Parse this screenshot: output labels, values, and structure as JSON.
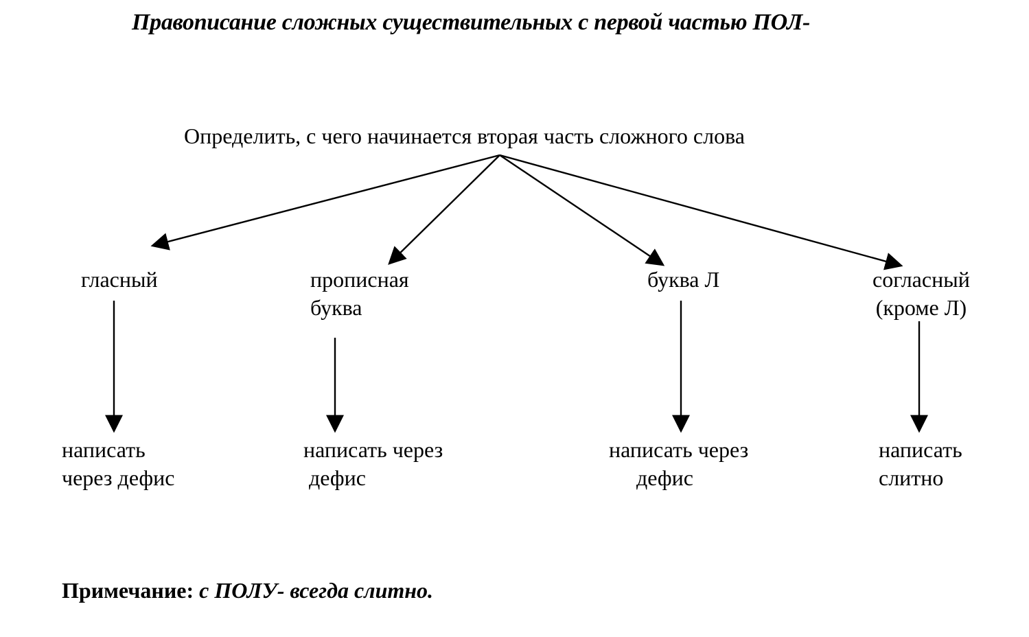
{
  "title": "Правописание сложных существительных с первой частью ПОЛ-",
  "root": "Определить, с чего начинается вторая часть сложного слова",
  "branches": [
    {
      "condition": [
        "гласный",
        ""
      ],
      "result": [
        "написать",
        "через дефис"
      ]
    },
    {
      "condition": [
        "прописная",
        "буква"
      ],
      "result": [
        "написать через",
        "дефис"
      ]
    },
    {
      "condition": [
        "буква Л",
        ""
      ],
      "result": [
        "написать через",
        "дефис"
      ]
    },
    {
      "condition": [
        "согласный",
        "(кроме Л)"
      ],
      "result": [
        "написать",
        "слитно"
      ]
    }
  ],
  "note": {
    "label": "Примечание:",
    "text": "с ПОЛУ- всегда слитно."
  }
}
